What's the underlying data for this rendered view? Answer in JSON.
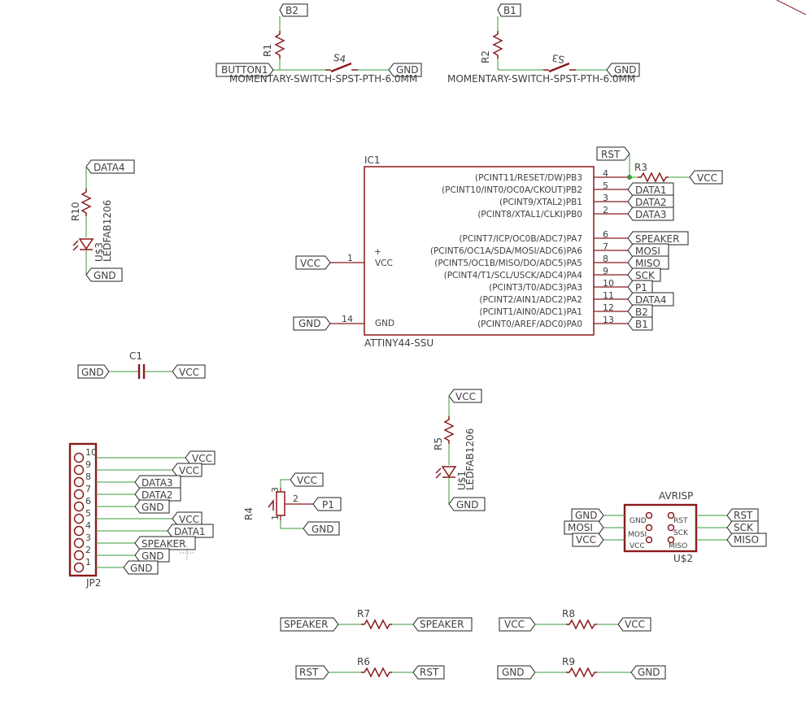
{
  "net_labels": {
    "b2": "B2",
    "b1": "B1",
    "button1": "BUTTON1",
    "gnd": "GND",
    "vcc": "VCC",
    "rst": "RST",
    "data1": "DATA1",
    "data2": "DATA2",
    "data3": "DATA3",
    "data4": "DATA4",
    "speaker": "SPEAKER",
    "mosi": "MOSI",
    "miso": "MISO",
    "sck": "SCK",
    "p1": "P1"
  },
  "parts": {
    "r1_left": "R1",
    "r2": "R2",
    "r3": "R3",
    "r4": "R4",
    "r5": "R5",
    "r6": "R6",
    "r7": "R7",
    "r8": "R8",
    "r9": "R9",
    "r10": "R10",
    "s4": "S4",
    "s3": "S3",
    "switch_value": "MOMENTARY-SWITCH-SPST-PTH-6.0MM",
    "ic1": "IC1",
    "ic1_value": "ATTINY44-SSU",
    "c1": "C1",
    "jp2": "JP2",
    "u3": "U$3",
    "u1": "U$1",
    "u2": "U$2",
    "led_value": "LEDFAB1206",
    "avrisp": "AVRISP"
  },
  "ic1": {
    "vcc_pin": "VCC",
    "gnd_pin": "GND",
    "plus": "+",
    "vcc_num": "1",
    "gnd_num": "14",
    "pins": [
      {
        "name": "(PCINT11/RESET/DW)PB3",
        "num": "4"
      },
      {
        "name": "(PCINT10/INT0/OC0A/CKOUT)PB2",
        "num": "5"
      },
      {
        "name": "(PCINT9/XTAL2)PB1",
        "num": "3"
      },
      {
        "name": "(PCINT8/XTAL1/CLKI)PB0",
        "num": "2"
      },
      {
        "name": "(PCINT7/ICP/OC0B/ADC7)PA7",
        "num": "6"
      },
      {
        "name": "(PCINT6/OC1A/SDA/MOSI/ADC6)PA6",
        "num": "7"
      },
      {
        "name": "(PCINT5/OC1B/MISO/DO/ADC5)PA5",
        "num": "8"
      },
      {
        "name": "(PCINT4/T1/SCL/USCK/ADC4)PA4",
        "num": "9"
      },
      {
        "name": "(PCINT3/T0/ADC3)PA3",
        "num": "10"
      },
      {
        "name": "(PCINT2/AIN1/ADC2)PA2",
        "num": "11"
      },
      {
        "name": "(PCINT1/AIN0/ADC1)PA1",
        "num": "12"
      },
      {
        "name": "(PCINT0/AREF/ADC0)PA0",
        "num": "13"
      }
    ]
  },
  "jp2_pins": [
    "10",
    "9",
    "8",
    "7",
    "6",
    "5",
    "4",
    "3",
    "2",
    "1"
  ],
  "r4_pins": {
    "p1": "1",
    "p2": "2",
    "p3": "3"
  },
  "avrisp_pins": {
    "gnd": "GND",
    "mosi": "MOSI",
    "vcc": "VCC",
    "rst": "RST",
    "sck": "SCK",
    "miso": "MISO"
  },
  "colors": {
    "wire": "#3a9a3a",
    "part": "#8b1a1a",
    "label": "#202020",
    "text": "#404040"
  }
}
